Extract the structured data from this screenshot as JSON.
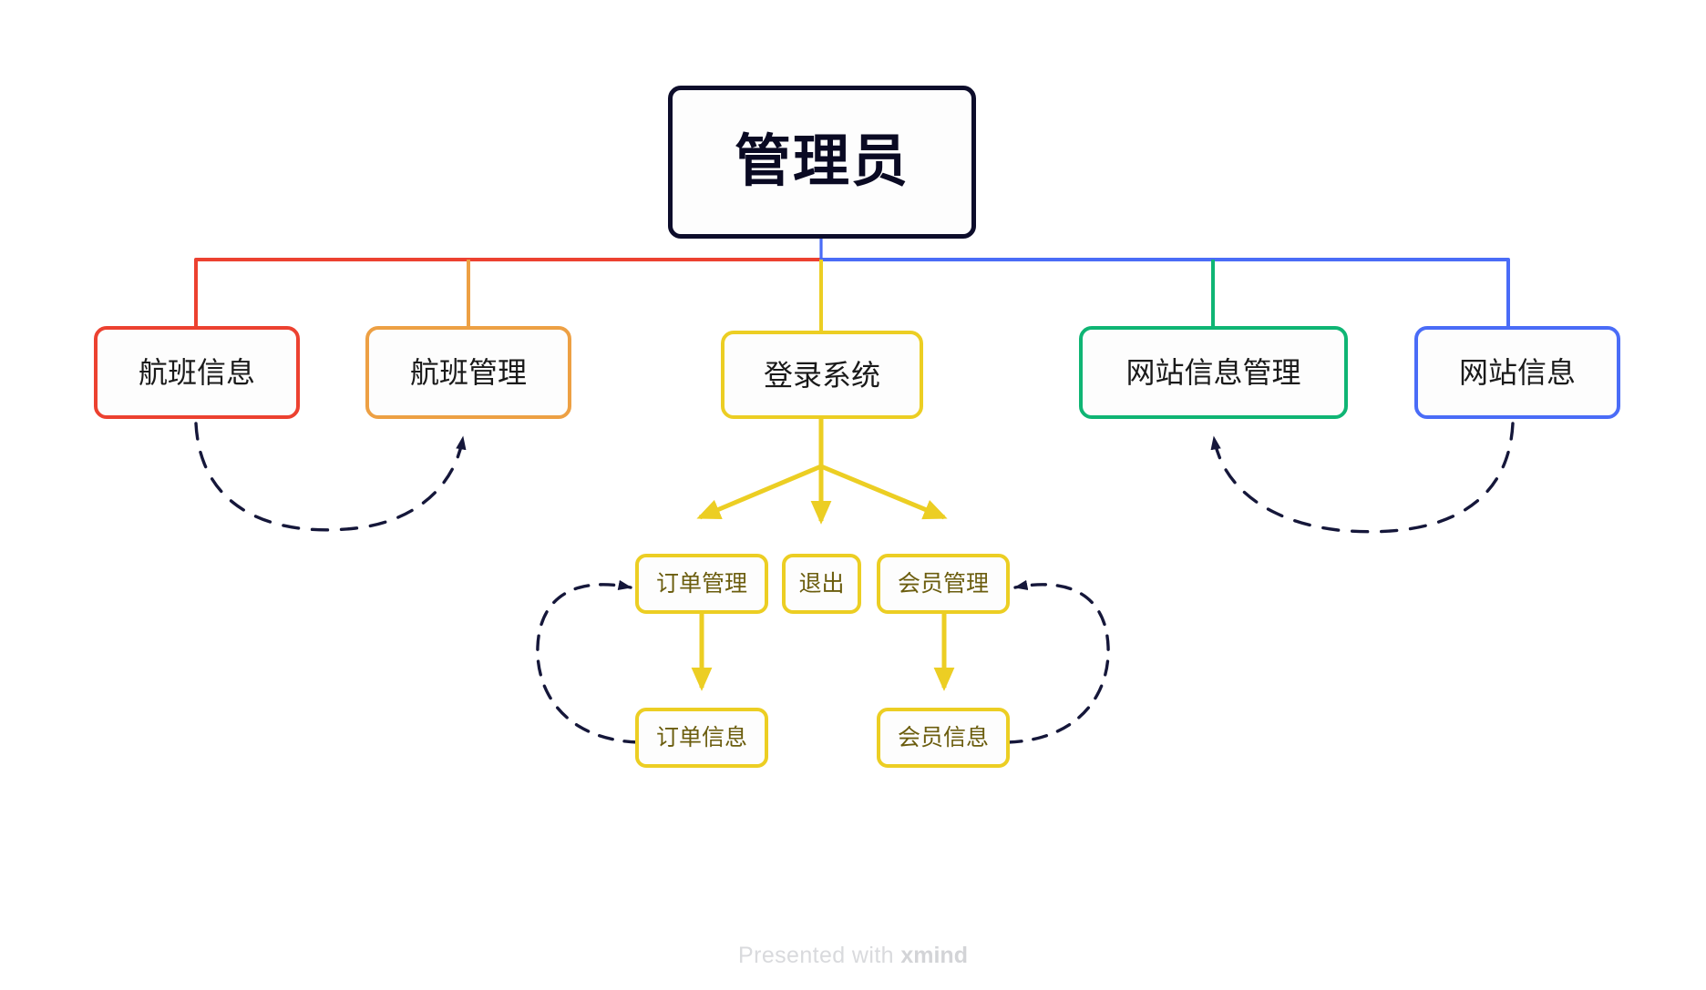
{
  "diagram": {
    "type": "mindmap-tree",
    "title": "管理员",
    "watermark": {
      "prefix": "Presented with ",
      "brand": "xmind"
    },
    "colors": {
      "root_border": "#0d0d2b",
      "red": "#ec4130",
      "orange": "#eda044",
      "yellow": "#ecce23",
      "green": "#0fb574",
      "blue": "#4a6cf7",
      "dashed": "#15173a",
      "leaf_text": "#6b5d0e",
      "watermark": "#d9dadd"
    },
    "root": {
      "label": "管理员",
      "color": "#0d0d2b"
    },
    "level1": [
      {
        "id": "flight-info",
        "label": "航班信息",
        "color": "#ec4130"
      },
      {
        "id": "flight-management",
        "label": "航班管理",
        "color": "#eda044"
      },
      {
        "id": "login-system",
        "label": "登录系统",
        "color": "#ecce23"
      },
      {
        "id": "site-info-manage",
        "label": "网站信息管理",
        "color": "#0fb574"
      },
      {
        "id": "site-info",
        "label": "网站信息",
        "color": "#4a6cf7"
      }
    ],
    "level2": [
      {
        "id": "order-management",
        "label": "订单管理",
        "color": "#ecce23",
        "parent": "login-system"
      },
      {
        "id": "logout",
        "label": "退出",
        "color": "#ecce23",
        "parent": "login-system"
      },
      {
        "id": "member-management",
        "label": "会员管理",
        "color": "#ecce23",
        "parent": "login-system"
      }
    ],
    "level3": [
      {
        "id": "order-info",
        "label": "订单信息",
        "color": "#ecce23",
        "parent": "order-management"
      },
      {
        "id": "member-info",
        "label": "会员信息",
        "color": "#ecce23",
        "parent": "member-management"
      }
    ],
    "dashed_relations": [
      {
        "from": "flight-info",
        "to": "flight-management",
        "arrow": "to"
      },
      {
        "from": "site-info",
        "to": "site-info-manage",
        "arrow": "to"
      },
      {
        "from": "order-info",
        "to": "order-management",
        "arrow": "to"
      },
      {
        "from": "member-info",
        "to": "member-management",
        "arrow": "to"
      }
    ]
  }
}
